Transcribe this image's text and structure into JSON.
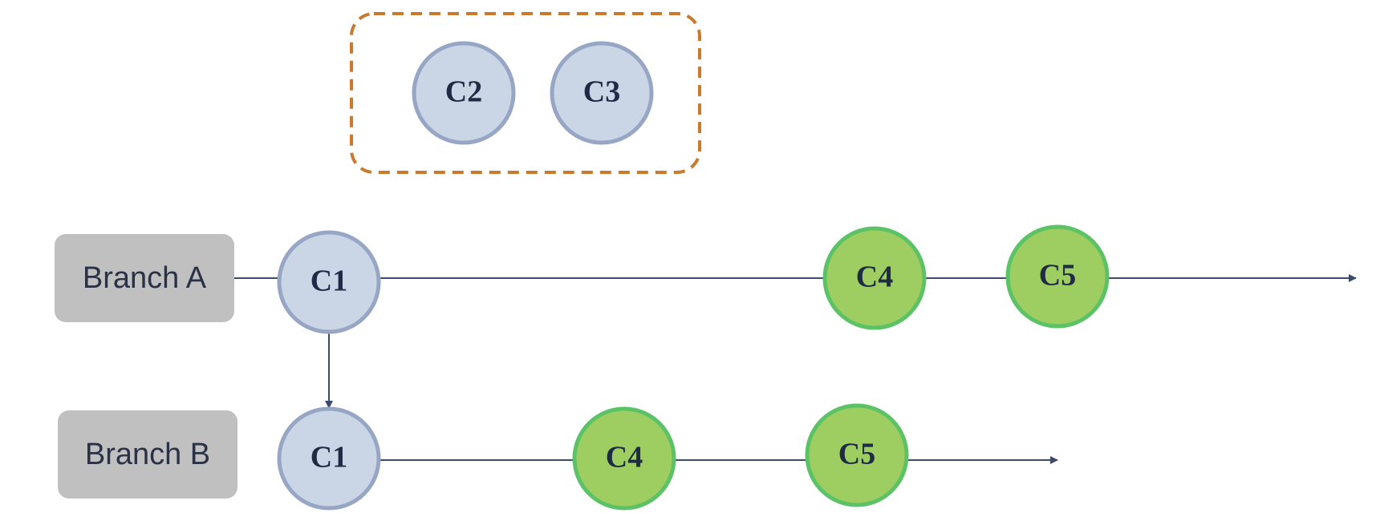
{
  "colors": {
    "line": "#3d4b6b",
    "branch_box": "#c0c0c0",
    "branch_text": "#2b3247",
    "commit_text": "#1f2a44",
    "commit_base_fill": "#cad5e6",
    "commit_base_stroke": "#97a6c5",
    "commit_new_fill": "#9ecd62",
    "commit_new_stroke": "#5bc266",
    "group_border": "#c97a2e"
  },
  "branches": [
    {
      "label": "Branch A"
    },
    {
      "label": "Branch B"
    }
  ],
  "group": {
    "commits": [
      "C2",
      "C3"
    ]
  },
  "branch_a": {
    "commits": [
      "C1",
      "C4",
      "C5"
    ]
  },
  "branch_b": {
    "commits": [
      "C1",
      "C4",
      "C5"
    ]
  }
}
